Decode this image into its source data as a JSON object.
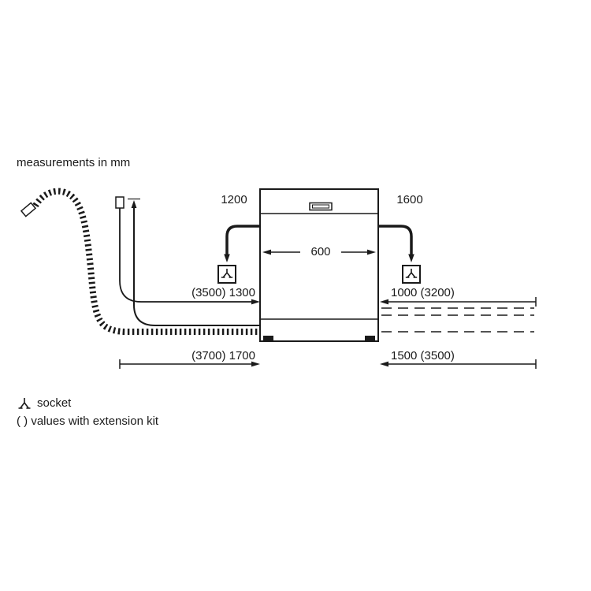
{
  "title": "measurements in mm",
  "dimensions": {
    "socket_left": "1200",
    "socket_right": "1600",
    "appliance_width": "600",
    "supply_left": "(3500) 1300",
    "supply_right": "1000 (3200)",
    "drain_left": "(3700) 1700",
    "drain_right": "1500 (3500)"
  },
  "legend": {
    "socket_label": "socket",
    "extension_note": "( ) values with extension kit"
  },
  "icons": {
    "socket": "fork-socket-symbol"
  },
  "colors": {
    "ink": "#1a1a1a",
    "background": "#ffffff"
  }
}
